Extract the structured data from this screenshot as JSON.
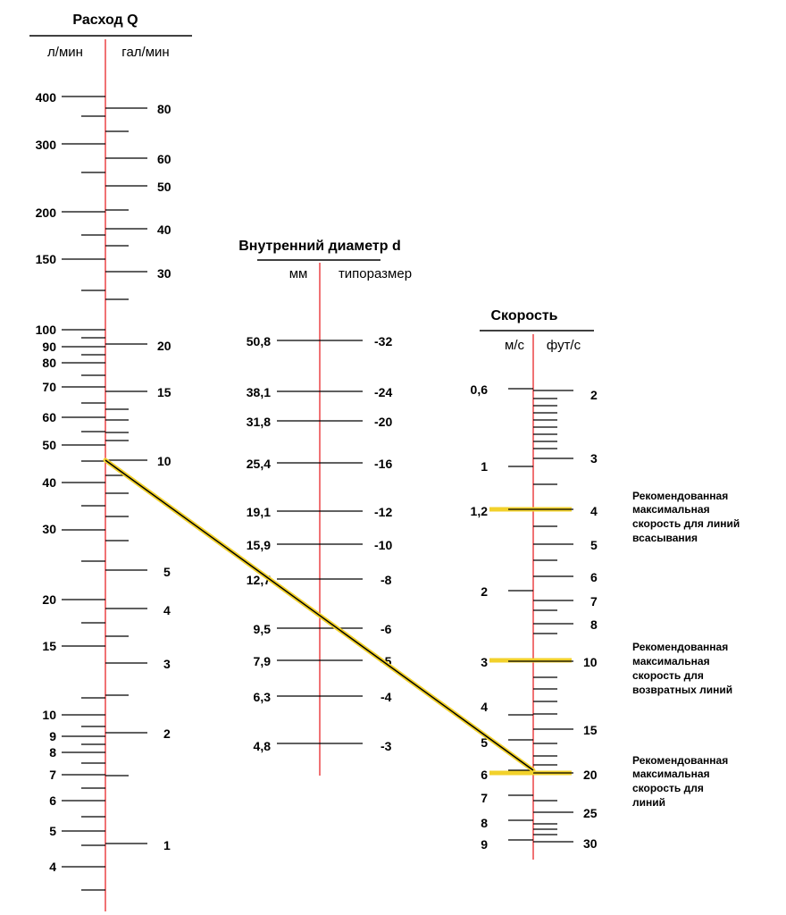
{
  "colors": {
    "axis": "#e8262a",
    "tick": "#000000",
    "highlight": "#f2d12b",
    "solution_line": "#000000",
    "solution_glow": "#f2d12b"
  },
  "flow_scale": {
    "title": "Расход Q",
    "left_unit": "л/мин",
    "right_unit": "гал/мин",
    "left_labels": [
      "400",
      "300",
      "200",
      "150",
      "100",
      "90",
      "80",
      "70",
      "60",
      "50",
      "40",
      "30",
      "20",
      "15",
      "10",
      "9",
      "8",
      "7",
      "6",
      "5",
      "4"
    ],
    "right_labels": [
      "80",
      "60",
      "50",
      "40",
      "30",
      "20",
      "15",
      "10",
      "5",
      "4",
      "3",
      "2",
      "1"
    ]
  },
  "diameter_scale": {
    "title": "Внутренний диаметр d",
    "left_unit": "мм",
    "right_unit": "типоразмер",
    "rows": [
      {
        "mm": "50,8",
        "size": "-32"
      },
      {
        "mm": "38,1",
        "size": "-24"
      },
      {
        "mm": "31,8",
        "size": "-20"
      },
      {
        "mm": "25,4",
        "size": "-16"
      },
      {
        "mm": "19,1",
        "size": "-12"
      },
      {
        "mm": "15,9",
        "size": "-10"
      },
      {
        "mm": "12,7",
        "size": "-8"
      },
      {
        "mm": "9,5",
        "size": "-6"
      },
      {
        "mm": "7,9",
        "size": "-5"
      },
      {
        "mm": "6,3",
        "size": "-4"
      },
      {
        "mm": "4,8",
        "size": "-3"
      }
    ]
  },
  "velocity_scale": {
    "title": "Скорость",
    "left_unit": "м/с",
    "right_unit": "фут/с",
    "left_labels": [
      "0,6",
      "1",
      "1,2",
      "2",
      "3",
      "4",
      "5",
      "6",
      "7",
      "8",
      "9"
    ],
    "right_labels": [
      "2",
      "3",
      "4",
      "5",
      "6",
      "7",
      "8",
      "10",
      "15",
      "20",
      "25",
      "30"
    ]
  },
  "recommendations": [
    {
      "line1": "Рекомендованная",
      "line2": "максимальная",
      "line3": "скорость для линий",
      "line4": "всасывания"
    },
    {
      "line1": "Рекомендованная",
      "line2": "максимальная",
      "line3": "скорость для",
      "line4": "возвратных линий"
    },
    {
      "line1": "Рекомендованная",
      "line2": "максимальная",
      "line3": "скорость для",
      "line4": "линий"
    }
  ]
}
